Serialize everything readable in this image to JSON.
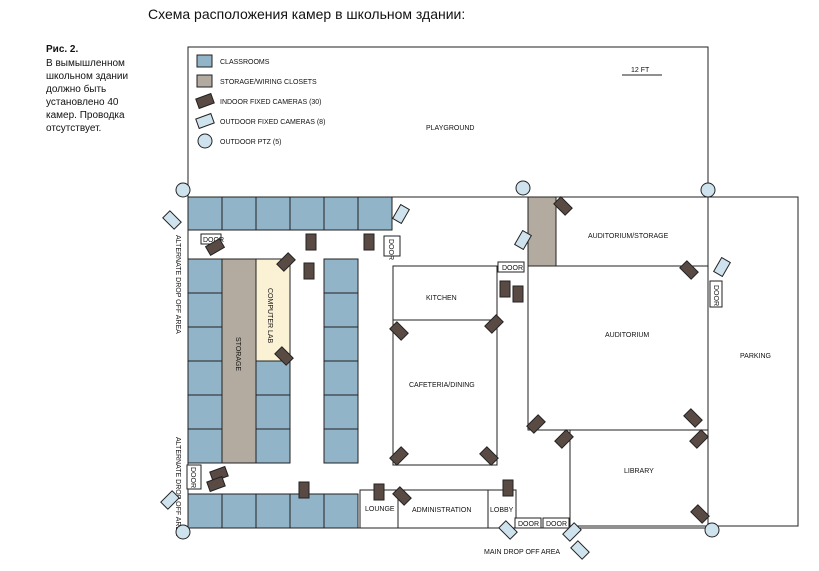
{
  "title": "Схема расположения камер в школьном здании:",
  "figure": {
    "label": "Рис. 2.",
    "description": "В вымышленном школьном здании должно быть установлено 40 камер. Проводка отсутствует."
  },
  "colors": {
    "classroom": "#92b4c8",
    "storage": "#b3aaa0",
    "computer_lab": "#fbf1d5",
    "camera_indoor": "#5a4a44",
    "camera_outdoor": "#cfe3ee",
    "ptz": "#cfe3ee",
    "line": "#222222"
  },
  "legend": {
    "items": [
      {
        "icon": "classroom-swatch",
        "label": "CLASSROOMS"
      },
      {
        "icon": "storage-swatch",
        "label": "STORAGE/WIRING CLOSETS"
      },
      {
        "icon": "indoor-camera-icon",
        "label": "INDOOR FIXED CAMERAS (30)"
      },
      {
        "icon": "outdoor-camera-icon",
        "label": "OUTDOOR FIXED CAMERAS (8)"
      },
      {
        "icon": "ptz-camera-icon",
        "label": "OUTDOOR PTZ (5)"
      }
    ]
  },
  "scale": "12 FT",
  "areas": {
    "playground": "PLAYGROUND",
    "storage": "STORAGE",
    "computer_lab": "COMPUTER LAB",
    "kitchen": "KITCHEN",
    "cafeteria": "CAFETERIA/DINING",
    "auditorium_storage": "AUDITORIUM/STORAGE",
    "auditorium": "AUDITORIUM",
    "library": "LIBRARY",
    "parking": "PARKING",
    "lounge": "LOUNGE",
    "administration": "ADMINISTRATION",
    "lobby": "LOBBY",
    "main_drop_off": "MAIN DROP OFF AREA",
    "alternate_drop_off_top": "ALTERNATE DROP OFF AREA",
    "alternate_drop_off_bottom": "ALTERNATE DROP OFF AREA"
  },
  "door_label": "DOOR"
}
